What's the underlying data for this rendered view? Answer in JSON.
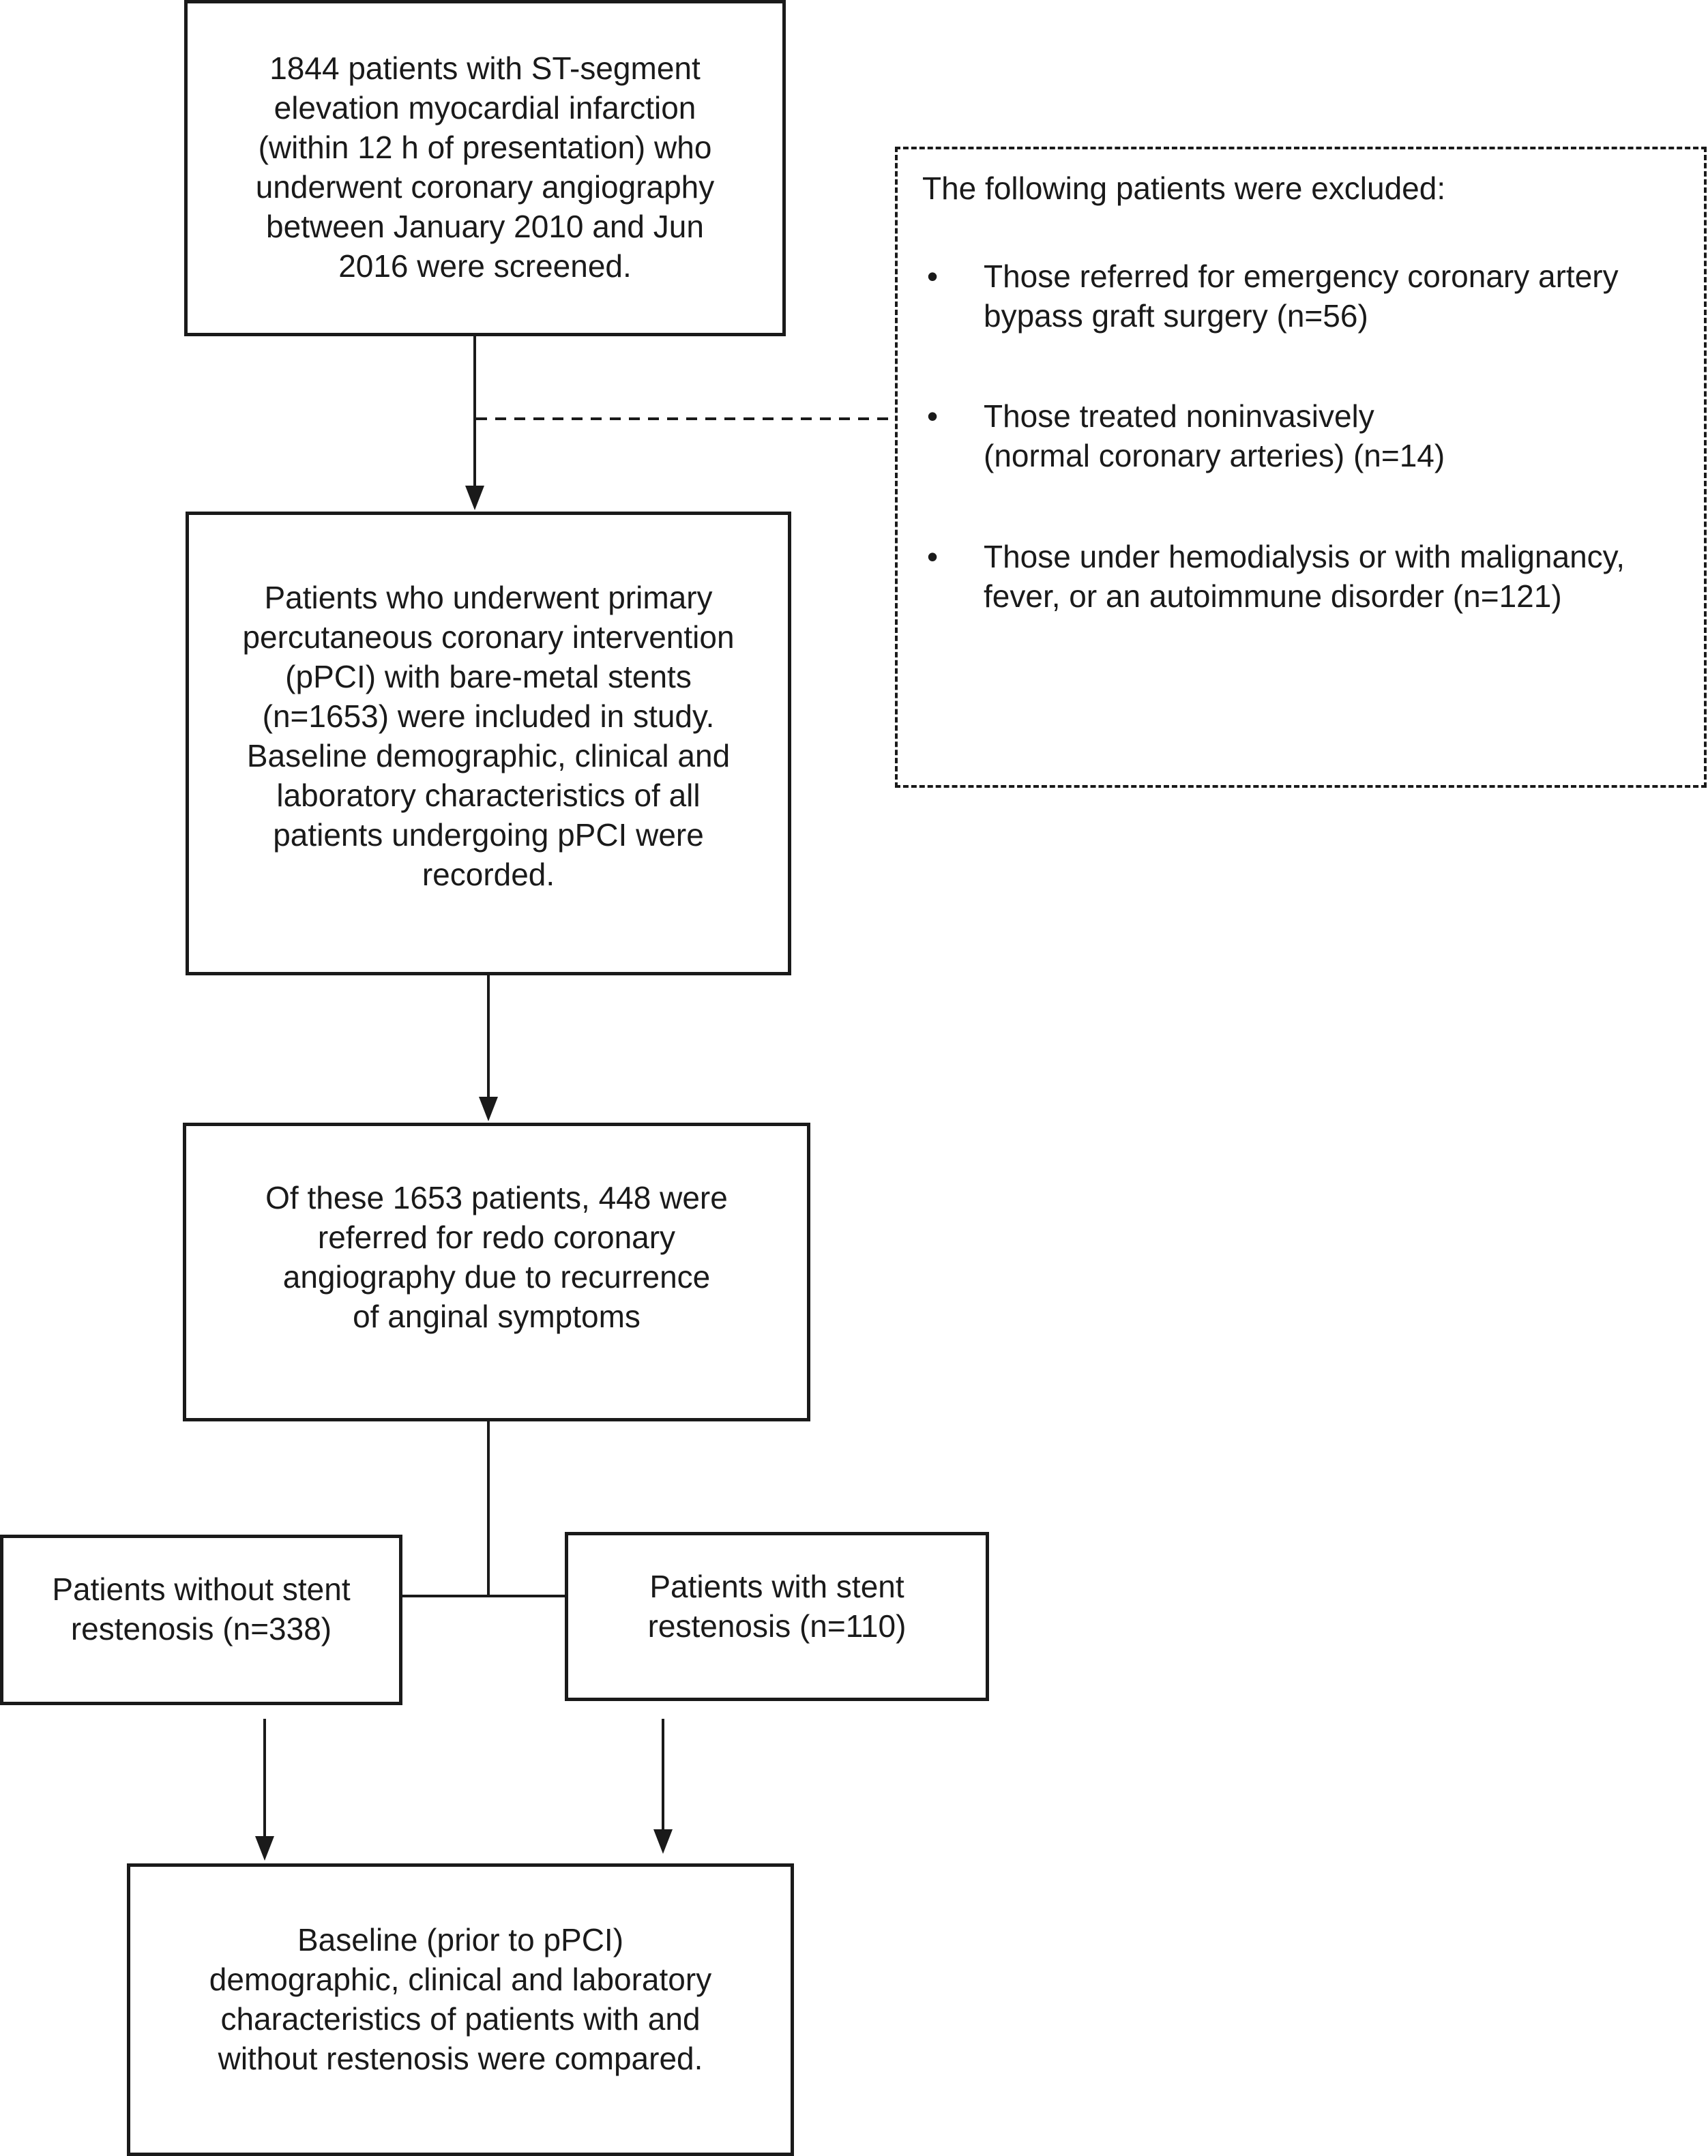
{
  "boxes": {
    "screened": "1844 patients with ST-segment\nelevation myocardial infarction\n(within 12 h of presentation) who\nunderwent coronary angiography\nbetween January 2010 and Jun\n2016 were screened.",
    "included": "Patients who underwent primary\npercutaneous coronary intervention\n(pPCI) with bare-metal stents\n(n=1653) were included in study.\nBaseline demographic, clinical and\nlaboratory characteristics of all\npatients undergoing pPCI were\nrecorded.",
    "redo": "Of these 1653 patients, 448 were\nreferred for redo coronary\nangiography due to recurrence\nof anginal symptoms",
    "without_restenosis": "Patients without stent\nrestenosis (n=338)",
    "with_restenosis": "Patients with stent\nrestenosis (n=110)",
    "compared": "Baseline (prior to pPCI)\ndemographic, clinical and laboratory\ncharacteristics of patients with and\nwithout restenosis were compared."
  },
  "exclusions": {
    "heading": "The following patients were excluded:",
    "bullet": "•",
    "items": [
      "Those referred for emergency coronary artery\nbypass graft surgery (n=56)",
      "Those treated noninvasively\n(normal coronary arteries) (n=14)",
      "Those under hemodialysis or with malignancy,\nfever, or an autoimmune disorder (n=121)"
    ]
  }
}
